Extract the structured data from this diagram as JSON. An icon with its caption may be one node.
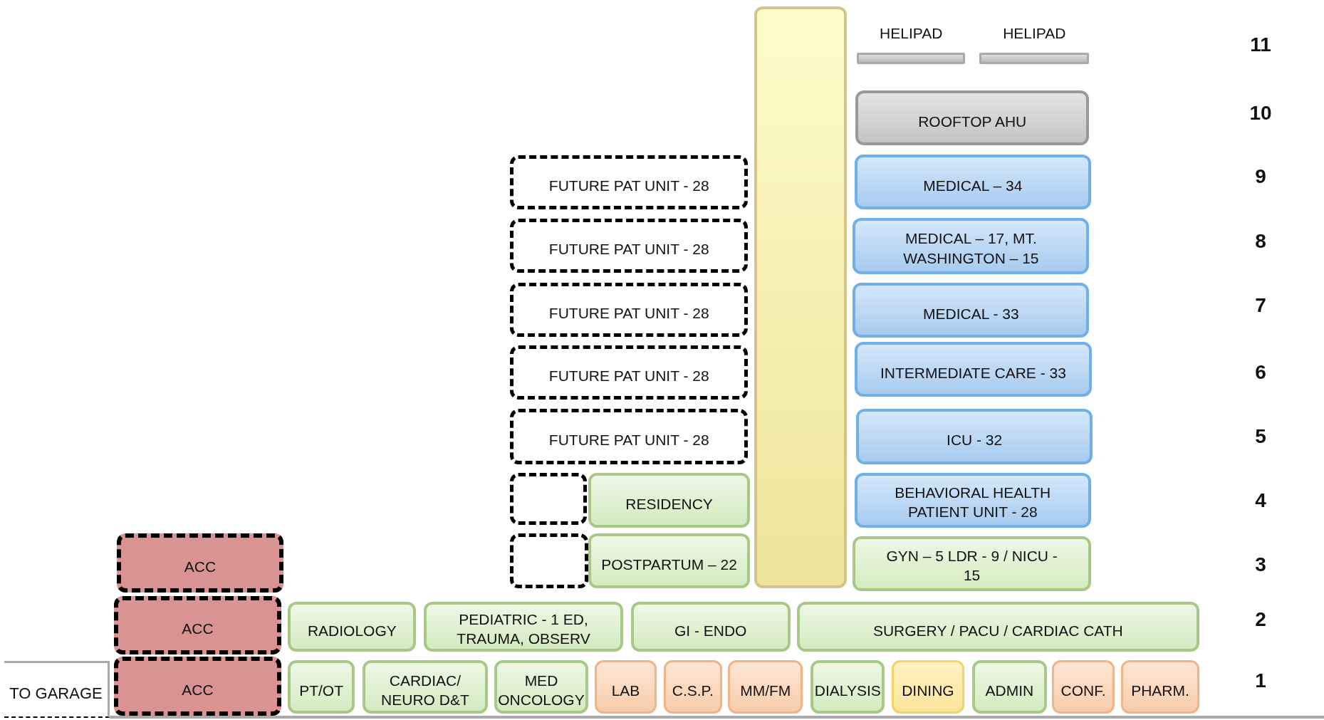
{
  "diagram": {
    "nodes": [
      {
        "text": [],
        "shape": "box"
      },
      {
        "text": [
          "HELIPAD"
        ]
      },
      {
        "text": [
          "HELIPAD"
        ]
      },
      {
        "text": [
          "ROOFTOP  AHU"
        ]
      },
      {
        "text": [
          "FUTURE PAT UNIT - 28"
        ]
      },
      {
        "text": [
          "MEDICAL – 34"
        ]
      },
      {
        "text": [
          "FUTURE PAT UNIT - 28"
        ]
      },
      {
        "text": [
          "MEDICAL – 17, MT. WASHINGTON – 15"
        ]
      },
      {
        "text": [
          "FUTURE PAT UNIT - 28"
        ]
      },
      {
        "text": [
          "MEDICAL - 33"
        ]
      },
      {
        "text": [
          "FUTURE PAT UNIT - 28"
        ]
      },
      {
        "text": [
          "INTERMEDIATE CARE - 33"
        ]
      },
      {
        "text": [
          "FUTURE PAT UNIT - 28"
        ]
      },
      {
        "text": [
          "ICU - 32"
        ]
      },
      {
        "text": [],
        "shape": "box"
      },
      {
        "text": [
          "RESIDENCY"
        ]
      },
      {
        "text": [
          "BEHAVIORAL HEALTH PATIENT UNIT - 28"
        ]
      },
      {
        "text": [
          "ACC"
        ]
      },
      {
        "text": [],
        "shape": "box"
      },
      {
        "text": [
          "POSTPARTUM – 22"
        ]
      },
      {
        "text": [
          "GYN – 5 LDR - 9 / NICU - 15"
        ]
      },
      {
        "text": [
          "ACC"
        ]
      },
      {
        "text": [
          "RADIOLOGY"
        ]
      },
      {
        "text": [
          "PEDIATRIC - 1 ED, TRAUMA, OBSERV"
        ]
      },
      {
        "text": [
          "GI - ENDO"
        ]
      },
      {
        "text": [
          "SURGERY / PACU / CARDIAC CATH"
        ]
      },
      {
        "text": [
          "TO GARAGE"
        ]
      },
      {
        "text": [
          "ACC"
        ]
      },
      {
        "text": [
          "PT/OT"
        ]
      },
      {
        "text": [
          "CARDIAC/ NEURO D&T"
        ]
      },
      {
        "text": [
          "MED ONCOLOGY"
        ]
      },
      {
        "text": [
          "LAB"
        ]
      },
      {
        "text": [
          "C.S.P."
        ]
      },
      {
        "text": [
          "MM/FM"
        ]
      },
      {
        "text": [
          "DIALYSIS"
        ]
      },
      {
        "text": [
          "DINING"
        ]
      },
      {
        "text": [
          "ADMIN"
        ]
      },
      {
        "text": [
          "CONF."
        ]
      },
      {
        "text": [
          "PHARM."
        ]
      }
    ],
    "labels": [
      "11",
      "10",
      "9",
      "8",
      "7",
      "6",
      "5",
      "4",
      "3",
      "2",
      "1"
    ]
  }
}
